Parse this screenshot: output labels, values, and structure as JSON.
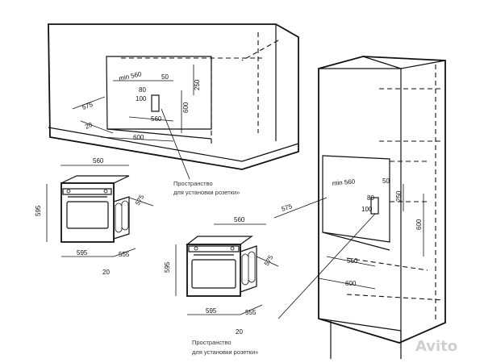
{
  "top_cabinet": {
    "dims": {
      "min_depth": "min 560",
      "top_clear": "50",
      "d80": "80",
      "d100": "100",
      "d250": "250",
      "d600": "600",
      "d575": "575",
      "d20": "20",
      "d560": "560",
      "d600w": "600"
    }
  },
  "tall_cabinet": {
    "dims": {
      "min_depth": "min 560",
      "top_clear": "50",
      "d80": "80",
      "d100": "100",
      "d250": "250",
      "d600": "600",
      "d575": "575",
      "d560": "560",
      "d600w": "600"
    }
  },
  "oven_left": {
    "dims": {
      "width_top": "560",
      "height": "595",
      "depth_top": "575",
      "width_bottom": "595",
      "depth_bottom": "555",
      "gap": "20"
    }
  },
  "oven_right": {
    "dims": {
      "width_top": "560",
      "height": "595",
      "depth_top": "575",
      "width_bottom": "595",
      "depth_bottom": "555",
      "gap": "20"
    }
  },
  "notes": {
    "socket_1_line1": "Пространство",
    "socket_1_line2": "для установки розетки»",
    "socket_2_line1": "Пространство",
    "socket_2_line2": "для установки розетки»"
  },
  "watermark": "Avito"
}
